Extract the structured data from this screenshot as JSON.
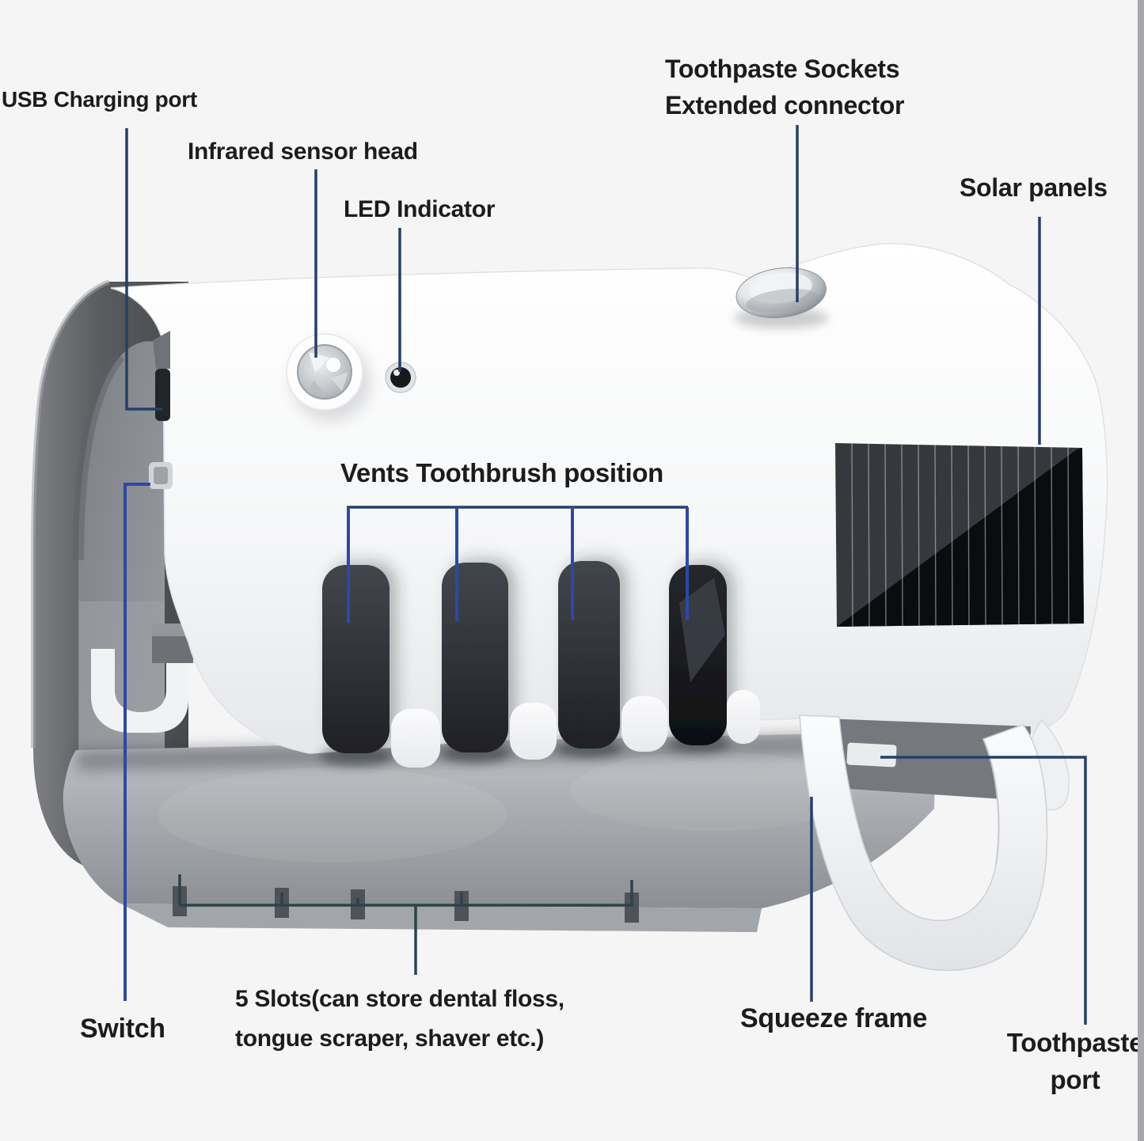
{
  "figure": {
    "kind": "annotated product diagram",
    "subject": "wall-mounted toothbrush sanitizer holder with toothpaste dispenser"
  },
  "labels": {
    "usb": {
      "text": "USB Charging port"
    },
    "infrared": {
      "text": "Infrared sensor head"
    },
    "led": {
      "text": "LED Indicator"
    },
    "sockets": {
      "line1": "Toothpaste Sockets",
      "line2": "Extended connector"
    },
    "solar": {
      "text": "Solar panels"
    },
    "vents": {
      "text": "Vents Toothbrush position"
    },
    "switch": {
      "text": "Switch"
    },
    "slots": {
      "line1": "5 Slots(can store dental floss,",
      "line2": "tongue scraper, shaver etc.)"
    },
    "squeeze": {
      "text": "Squeeze frame"
    },
    "toothpaste": {
      "line1": "Toothpaste",
      "line2": "port"
    }
  },
  "colors": {
    "background": "#f5f5f6",
    "label_text": "#1b1c1e",
    "leader_navy": "#23406b",
    "pointer_blue": "#2b4aa6",
    "bracket_slate": "#2b434c",
    "edge_strip": "#a8a8aa",
    "solar_panel_dark": "#36383d",
    "solar_panel_gloss": "#0b0c0f"
  }
}
